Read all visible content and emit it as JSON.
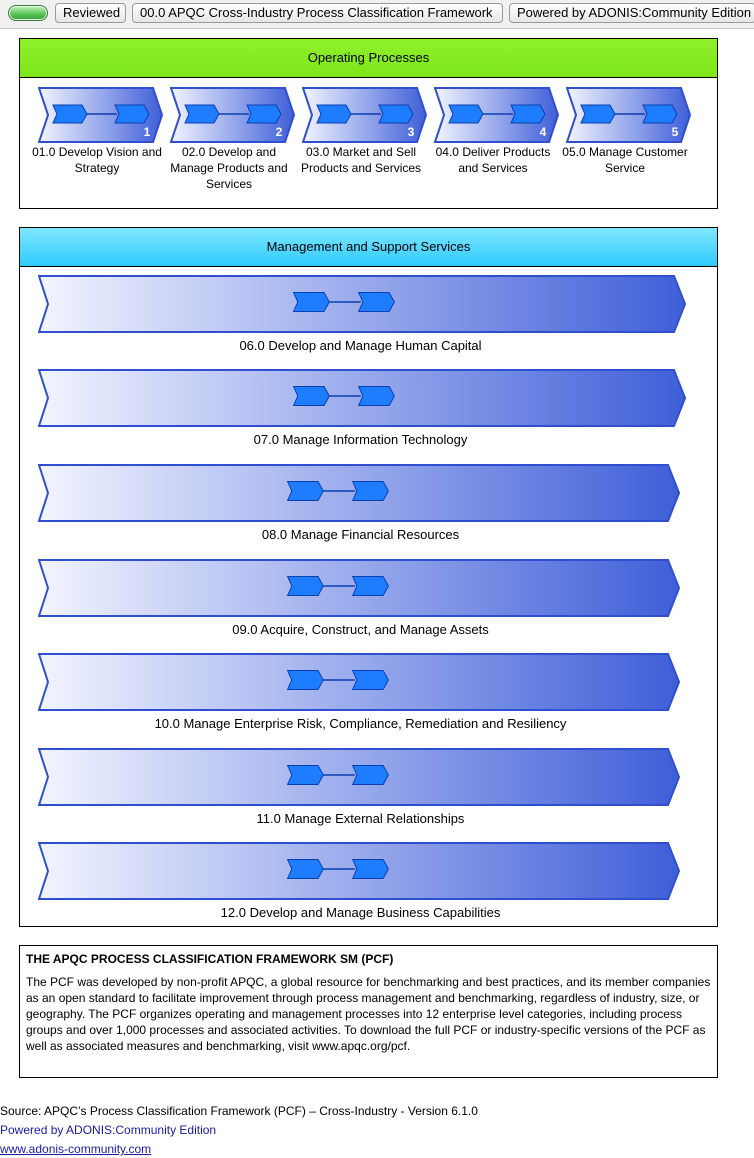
{
  "topbar": {
    "status": "Reviewed",
    "model_title": "00.0 APQC Cross-Industry Process Classification Framework",
    "powered": "Powered by ADONIS:Community Edition"
  },
  "operating": {
    "title": "Operating Processes",
    "items": [
      {
        "num": "1",
        "label": "01.0 Develop Vision and Strategy"
      },
      {
        "num": "2",
        "label": "02.0 Develop and Manage Products and Services"
      },
      {
        "num": "3",
        "label": "03.0 Market and Sell Products and Services"
      },
      {
        "num": "4",
        "label": "04.0 Deliver Products and Services"
      },
      {
        "num": "5",
        "label": "05.0 Manage Customer Service"
      }
    ]
  },
  "management": {
    "title": "Management and Support Services",
    "items": [
      {
        "num": "6",
        "label": "06.0 Develop and Manage Human Capital"
      },
      {
        "num": "7",
        "label": "07.0 Manage Information Technology"
      },
      {
        "num": "8",
        "label": "08.0 Manage Financial Resources"
      },
      {
        "num": "9",
        "label": "09.0 Acquire, Construct, and Manage Assets"
      },
      {
        "num": "10",
        "label": "10.0 Manage Enterprise Risk, Compliance, Remediation and Resiliency"
      },
      {
        "num": "11",
        "label": "11.0 Manage External Relationships"
      },
      {
        "num": "12",
        "label": "12.0 Develop and Manage Business Capabilities"
      }
    ]
  },
  "info": {
    "title": "THE APQC PROCESS CLASSIFICATION FRAMEWORK SM  (PCF)",
    "body": "The PCF was developed by non-profit APQC, a global resource for benchmarking and best practices, and its member companies as an open standard to facilitate improvement through process management and benchmarking, regardless of industry, size, or geography. The PCF organizes operating and management processes into 12 enterprise level categories, including process groups and over 1,000 processes and associated activities. To download the full PCF or industry-specific versions of the PCF as well as associated measures and benchmarking, visit www.apqc.org/pcf."
  },
  "footer": {
    "source": "Source: APQC’s Process Classification Framework (PCF) – Cross-Industry - Version 6.1.0",
    "powered": "Powered by ADONIS:Community Edition",
    "url": "www.adonis-community.com"
  },
  "colors": {
    "chevron_light": "#f2f4ff",
    "chevron_dark": "#3f5fd8",
    "chevron_border": "#2f4fd0",
    "inner_box": "#1e7cff",
    "head_green": "#80e81e",
    "head_cyan": "#2ecbff"
  }
}
